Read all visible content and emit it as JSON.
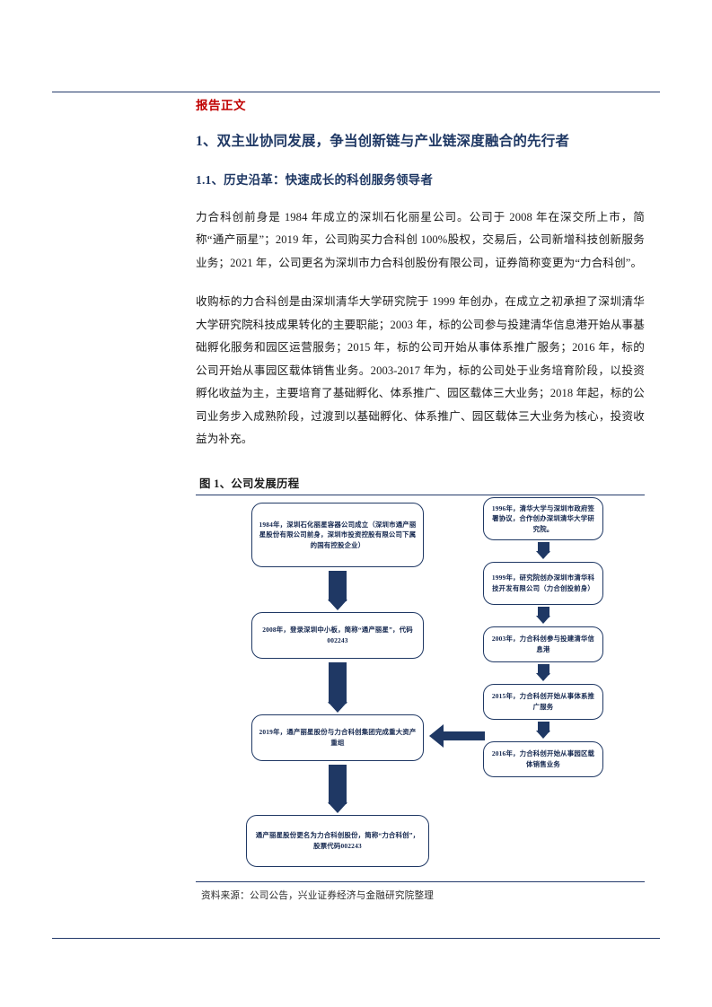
{
  "document": {
    "kicker": "报告正文",
    "section_title": "1、双主业协同发展，争当创新链与产业链深度融合的先行者",
    "subsection_title": "1.1、历史沿革：快速成长的科创服务领导者",
    "paragraphs": [
      "力合科创前身是 1984 年成立的深圳石化丽星公司。公司于 2008 年在深交所上市，简称“通产丽星”；2019 年，公司购买力合科创 100%股权，交易后，公司新增科技创新服务业务；2021 年，公司更名为深圳市力合科创股份有限公司，证券简称变更为“力合科创”。",
      "收购标的力合科创是由深圳清华大学研究院于 1999 年创办，在成立之初承担了深圳清华大学研究院科技成果转化的主要职能；2003 年，标的公司参与投建清华信息港开始从事基础孵化服务和园区运营服务；2015 年，标的公司开始从事体系推广服务；2016 年，标的公司开始从事园区载体销售业务。2003-2017 年为，标的公司处于业务培育阶段，以投资孵化收益为主，主要培育了基础孵化、体系推广、园区载体三大业务；2018 年起，标的公司业务步入成熟阶段，过渡到以基础孵化、体系推广、园区载体三大业务为核心，投资收益为补充。"
    ]
  },
  "figure": {
    "title": "图 1、公司发展历程",
    "source": "资料来源：公司公告，兴业证券经济与金融研究院整理",
    "accent_color": "#1f3864",
    "left_nodes": [
      "1984年，深圳石化丽星容器公司成立（深圳市通产丽星股份有限公司前身，深圳市投资控股有限公司下属的国有控股企业）",
      "2008年，登录深圳中小板，简称“通产丽星”，代码002243",
      "2019年，通产丽星股份与力合科创集团完成重大资产重组",
      "通产丽星股份更名为力合科创股份，简称“力合科创”，股票代码002243"
    ],
    "right_nodes": [
      "1996年，清华大学与深圳市政府签署协议，合作创办深圳清华大学研究院。",
      "1999年，研究院创办深圳市清华科技开发有限公司（力合创投前身）",
      "2003年，力合科创参与投建清华信息港",
      "2015年，力合科创开始从事体系推广服务",
      "2016年，力合科创开始从事园区载体销售业务"
    ]
  }
}
